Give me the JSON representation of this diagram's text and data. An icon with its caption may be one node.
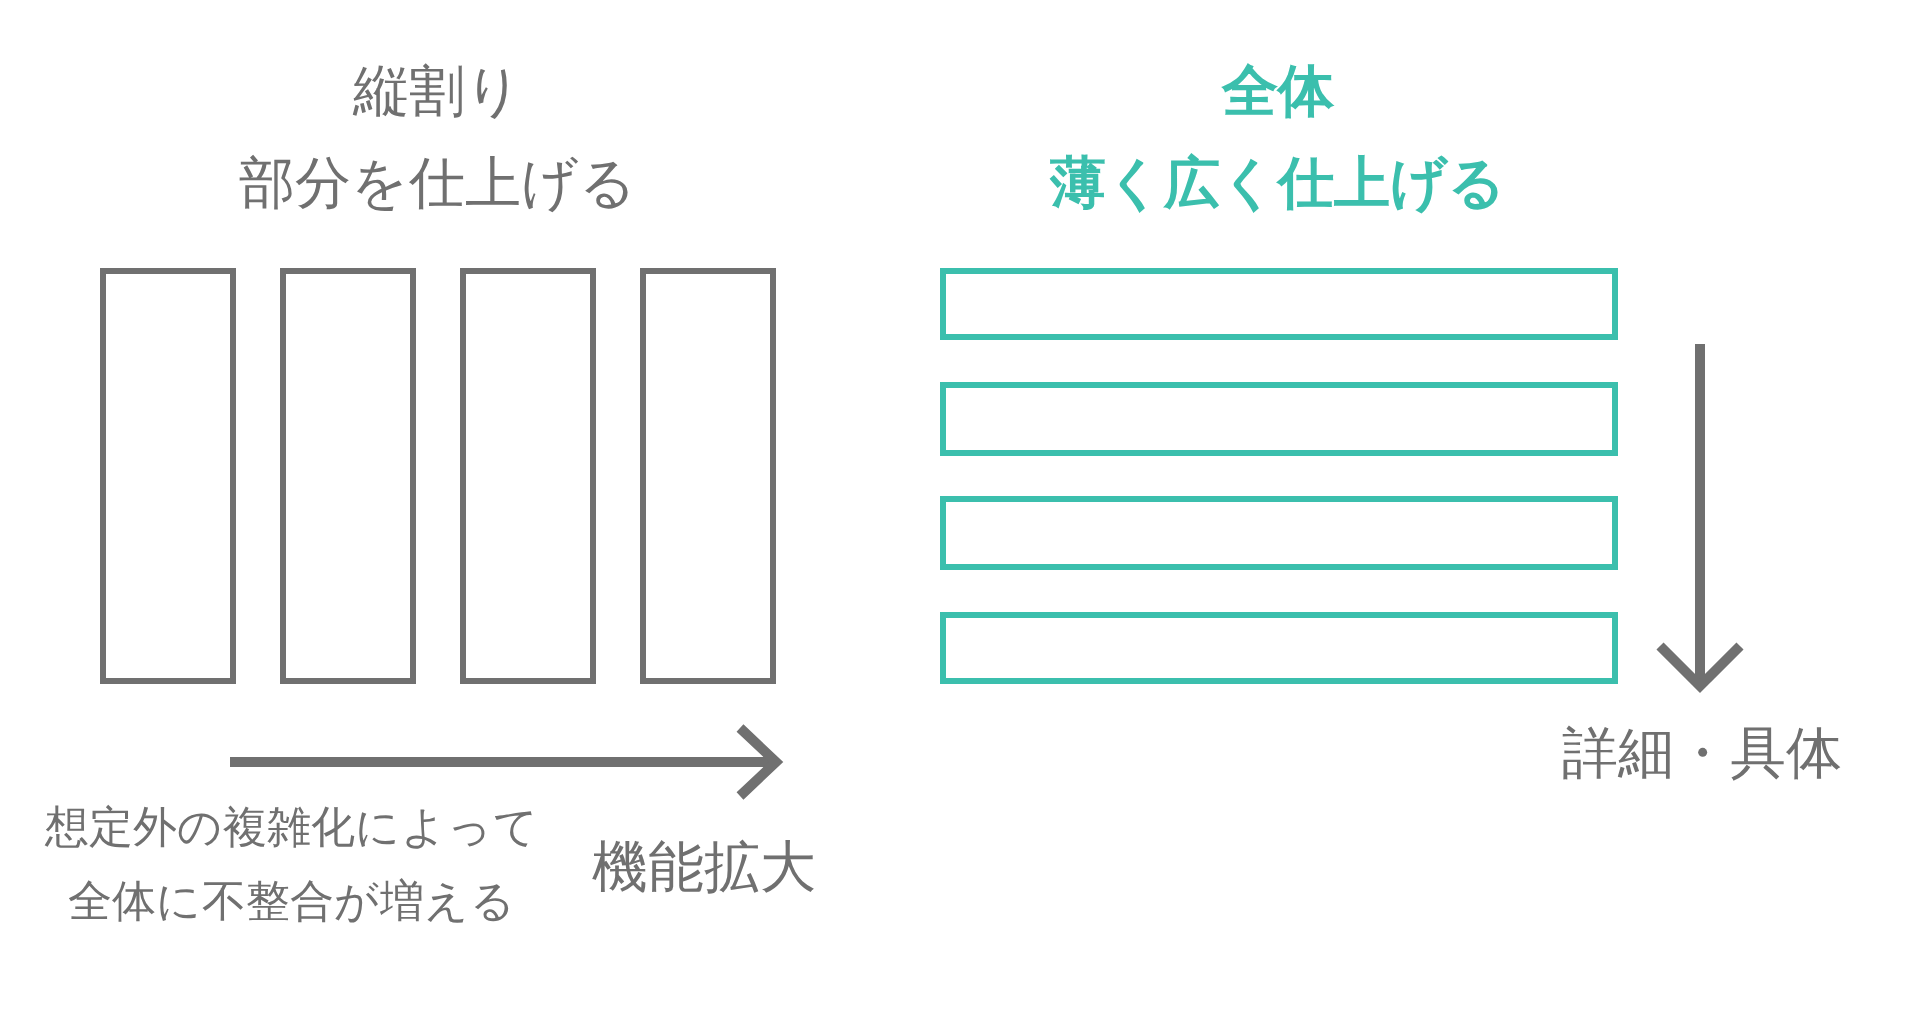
{
  "diagram": {
    "nodes": [
      {
        "text": [],
        "shape": "box"
      },
      {
        "text": [],
        "shape": "box"
      },
      {
        "text": [],
        "shape": "box"
      },
      {
        "text": [],
        "shape": "box"
      },
      {
        "text": [],
        "shape": "box"
      },
      {
        "text": [],
        "shape": "box"
      },
      {
        "text": [],
        "shape": "box"
      },
      {
        "text": [],
        "shape": "box"
      }
    ],
    "edges": [],
    "labels": [
      "縦割り",
      "部分を仕上げる",
      "全体",
      "薄く広く仕上げる",
      "想定外の複雑化によって全体に不整合が増える",
      "機能拡大",
      "詳細・具体"
    ]
  }
}
